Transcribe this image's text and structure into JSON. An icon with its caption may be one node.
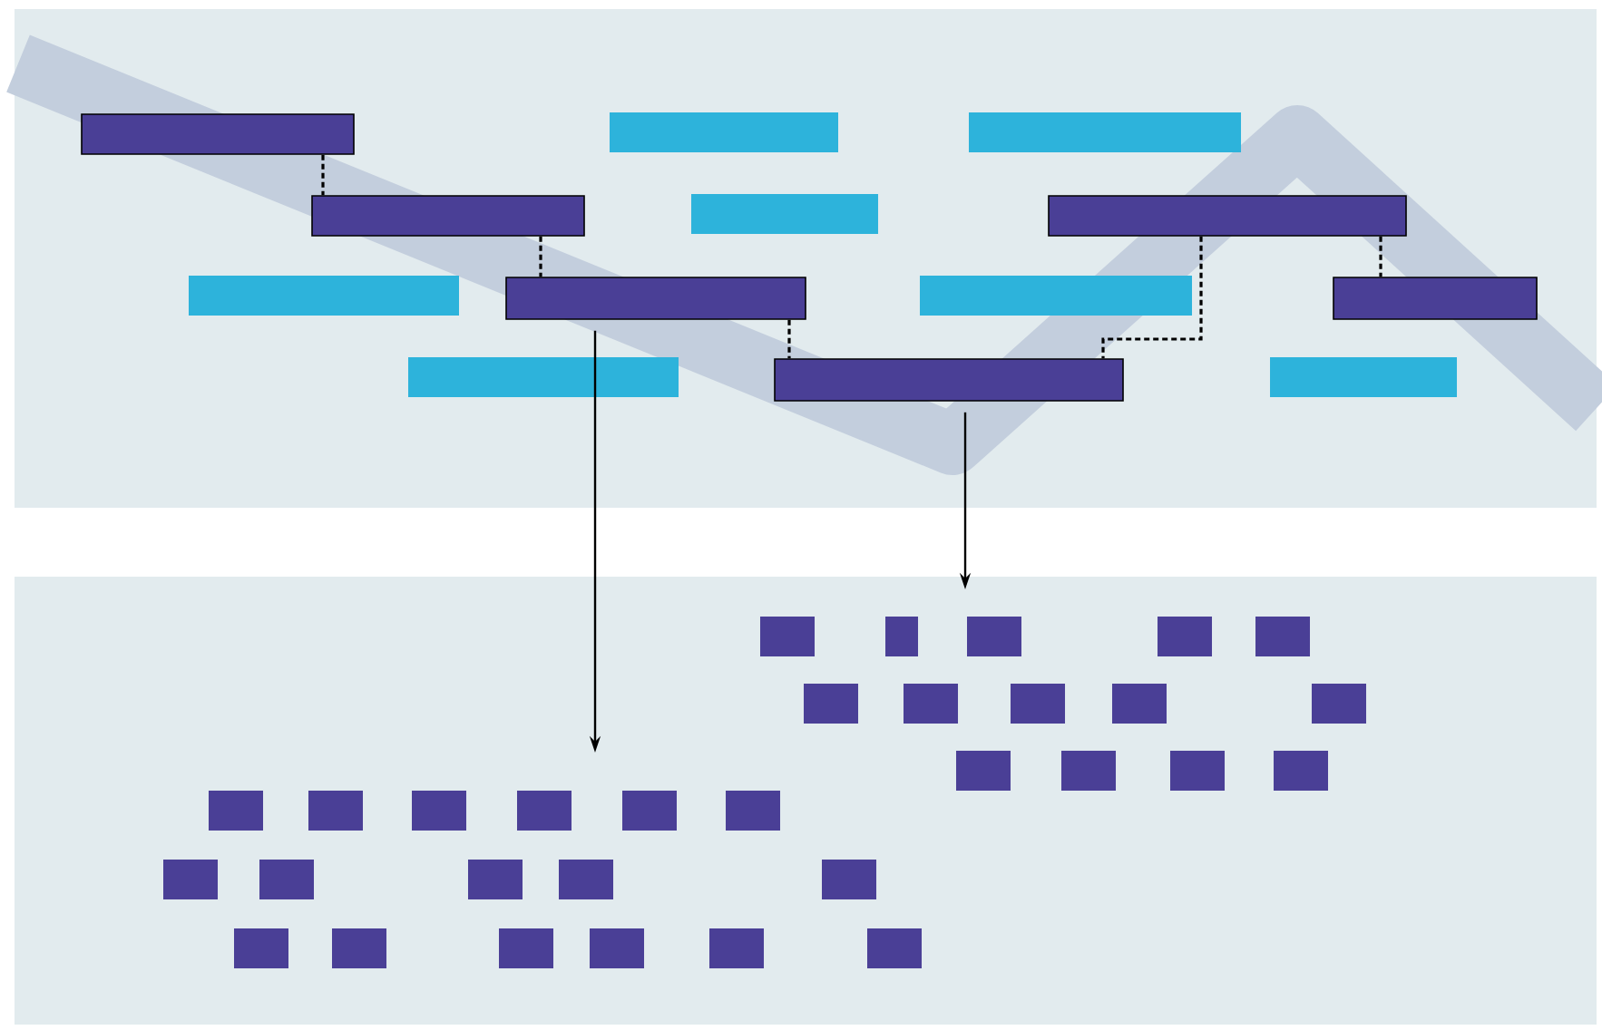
{
  "diagram": {
    "nodes": [
      {
        "text": [],
        "shape": "bar"
      },
      {
        "text": [],
        "shape": "bar"
      },
      {
        "text": [],
        "shape": "bar"
      },
      {
        "text": [],
        "shape": "bar"
      },
      {
        "text": [],
        "shape": "bar"
      },
      {
        "text": [],
        "shape": "bar"
      },
      {
        "text": [],
        "shape": "bar"
      },
      {
        "text": [],
        "shape": "bar"
      },
      {
        "text": [],
        "shape": "bar"
      },
      {
        "text": [],
        "shape": "bar"
      },
      {
        "text": [],
        "shape": "bar"
      },
      {
        "text": [],
        "shape": "bar"
      },
      {
        "text": [],
        "shape": "bar"
      }
    ],
    "edges": [
      {
        "from": 0,
        "to": 3,
        "arrow": "none",
        "style": "dashed"
      },
      {
        "from": 3,
        "to": 7,
        "arrow": "none",
        "style": "dashed"
      },
      {
        "from": 7,
        "to": 11,
        "arrow": "none",
        "style": "dashed"
      },
      {
        "from": 5,
        "to": 11,
        "arrow": "none",
        "style": "dashed"
      },
      {
        "from": 5,
        "to": 9,
        "arrow": "none",
        "style": "dashed"
      },
      {
        "from": 7,
        "to": null,
        "arrow": "to"
      },
      {
        "from": 11,
        "to": null,
        "arrow": "to"
      }
    ]
  }
}
